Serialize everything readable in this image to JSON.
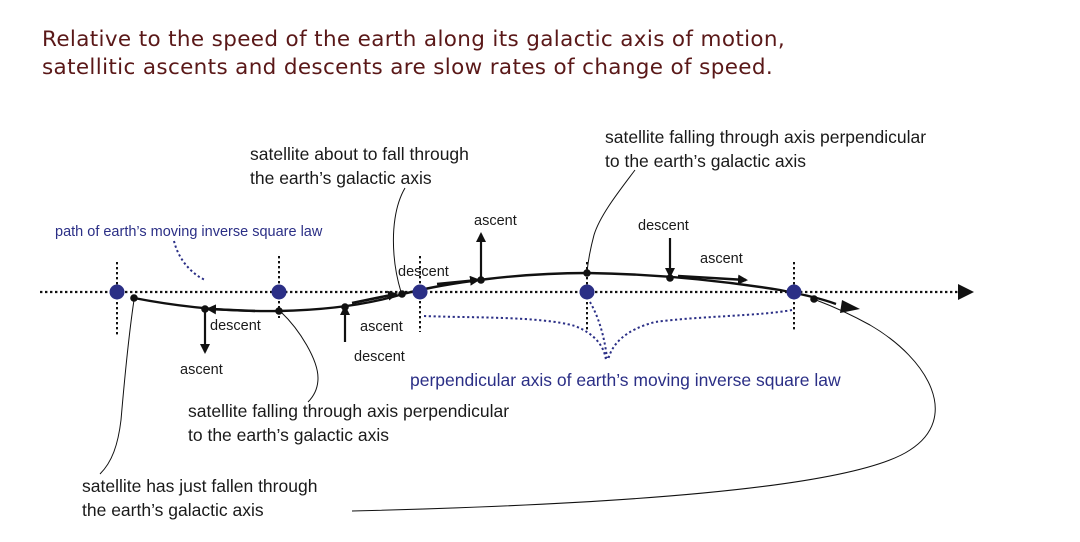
{
  "title": {
    "line1": "Relative to the speed of the earth along its galactic axis of motion,",
    "line2": "satellitic ascents and descents are slow rates of change of speed."
  },
  "labels": {
    "about_to_fall_1": "satellite about to fall through",
    "about_to_fall_2": "the earth’s galactic axis",
    "falling_perp_top_1": "satellite falling through axis perpendicular",
    "falling_perp_top_2": "to the earth’s galactic axis",
    "path_label": "path of earth’s moving inverse square law",
    "perp_axis_label": "perpendicular axis of earth’s moving inverse square law",
    "falling_perp_bottom_1": "satellite falling through axis perpendicular",
    "falling_perp_bottom_2": "to the earth’s galactic axis",
    "just_fallen_1": "satellite has just fallen through",
    "just_fallen_2": "the earth’s galactic axis",
    "ascent": "ascent",
    "descent": "descent"
  },
  "colors": {
    "title": "#5a1818",
    "node": "#2b2f86",
    "blue_text": "#2b2f86",
    "line": "#111111"
  }
}
